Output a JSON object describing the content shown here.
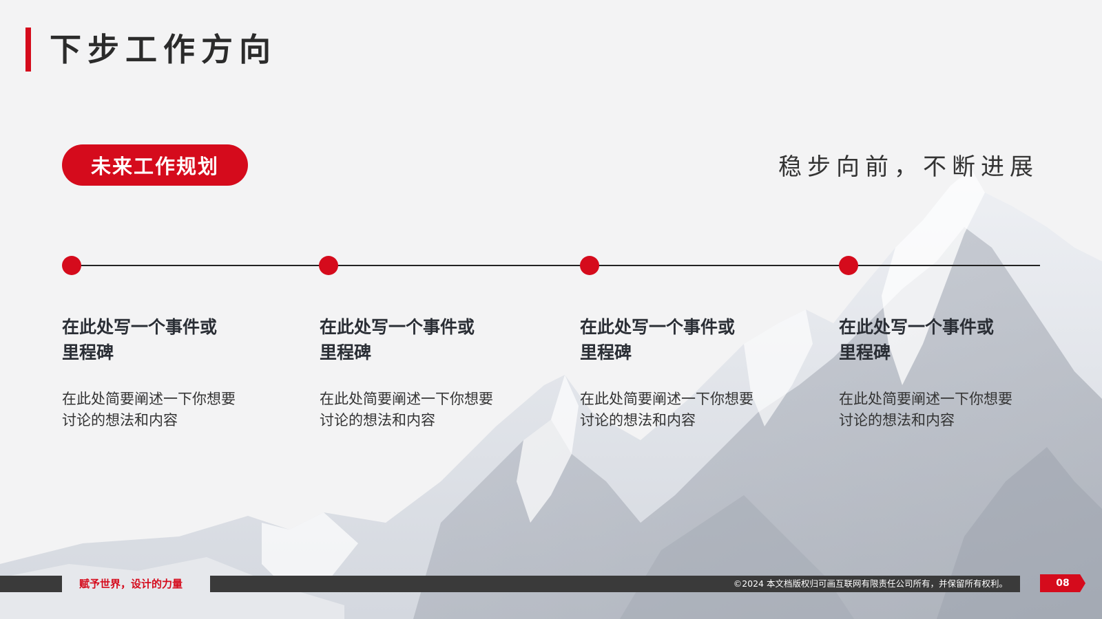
{
  "header": {
    "title": "下步工作方向"
  },
  "section": {
    "pill_label": "未来工作规划",
    "slogan": "稳步向前，不断进展"
  },
  "timeline": {
    "steps": [
      {
        "title_line1": "在此处写一个事件或",
        "title_line2": "里程碑",
        "desc_line1": "在此处简要阐述一下你想要",
        "desc_line2": "讨论的想法和内容"
      },
      {
        "title_line1": "在此处写一个事件或",
        "title_line2": "里程碑",
        "desc_line1": "在此处简要阐述一下你想要",
        "desc_line2": "讨论的想法和内容"
      },
      {
        "title_line1": "在此处写一个事件或",
        "title_line2": "里程碑",
        "desc_line1": "在此处简要阐述一下你想要",
        "desc_line2": "讨论的想法和内容"
      },
      {
        "title_line1": "在此处写一个事件或",
        "title_line2": "里程碑",
        "desc_line1": "在此处简要阐述一下你想要",
        "desc_line2": "讨论的想法和内容"
      }
    ]
  },
  "footer": {
    "slogan": "赋予世界，设计的力量",
    "copyright": "©2024 本文档版权归可画互联网有限责任公司所有，并保留所有权利。",
    "page_number": "08"
  },
  "colors": {
    "accent": "#d50b1c",
    "dark": "#3a3a3a",
    "background": "#f3f3f4"
  }
}
